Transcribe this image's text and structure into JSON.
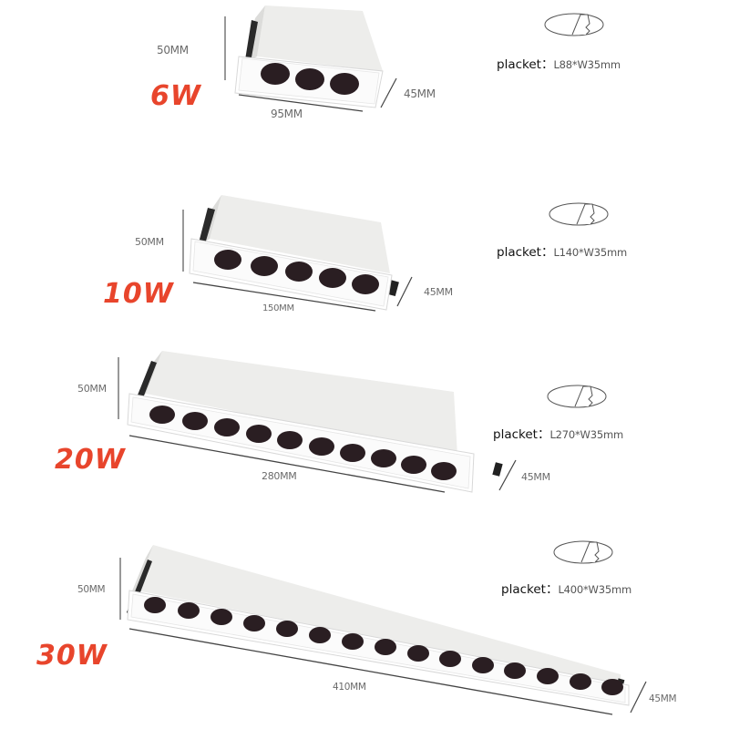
{
  "colors": {
    "wattage": "#e8452c",
    "dimension_text": "#6a6a6a",
    "housing_top": "#ececea",
    "trim": "#ffffff",
    "led_hole": "#2a1e22"
  },
  "products": [
    {
      "wattage": "6W",
      "height": "50MM",
      "length": "95MM",
      "depth": "45MM",
      "led_count": 3,
      "placket_label": "placket：",
      "placket_value": "L88*W35mm",
      "icon": "cutout-diagram-icon"
    },
    {
      "wattage": "10W",
      "height": "50MM",
      "length": "150MM",
      "depth": "45MM",
      "led_count": 5,
      "placket_label": "placket：",
      "placket_value": "L140*W35mm",
      "icon": "cutout-diagram-icon"
    },
    {
      "wattage": "20W",
      "height": "50MM",
      "length": "280MM",
      "depth": "45MM",
      "led_count": 10,
      "placket_label": "placket：",
      "placket_value": "L270*W35mm",
      "icon": "cutout-diagram-icon"
    },
    {
      "wattage": "30W",
      "height": "50MM",
      "length": "410MM",
      "depth": "45MM",
      "led_count": 15,
      "placket_label": "placket：",
      "placket_value": "L400*W35mm",
      "icon": "cutout-diagram-icon"
    }
  ]
}
